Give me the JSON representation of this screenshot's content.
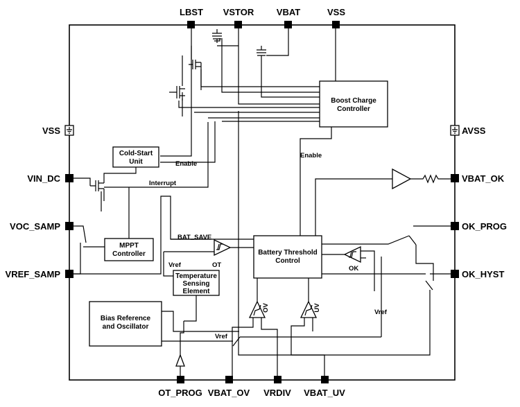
{
  "pins": {
    "top": [
      "LBST",
      "VSTOR",
      "VBAT",
      "VSS"
    ],
    "left": [
      "VSS",
      "VIN_DC",
      "VOC_SAMP",
      "VREF_SAMP"
    ],
    "right": [
      "AVSS",
      "VBAT_OK",
      "OK_PROG",
      "OK_HYST"
    ],
    "bottom": [
      "OT_PROG",
      "VBAT_OV",
      "VRDIV",
      "VBAT_UV"
    ]
  },
  "blocks": {
    "boost_charge_controller": [
      "Boost Charge",
      "Controller"
    ],
    "cold_start_unit": [
      "Cold-Start",
      "Unit"
    ],
    "mppt_controller": [
      "MPPT",
      "Controller"
    ],
    "battery_threshold_control": [
      "Battery Threshold",
      "Control"
    ],
    "temperature_sensing_element": [
      "Temperature",
      "Sensing",
      "Element"
    ],
    "bias_reference_oscillator": [
      "Bias Reference",
      "and Oscillator"
    ]
  },
  "signals": {
    "enable_cold": "Enable",
    "enable_boost": "Enable",
    "interrupt": "Interrupt",
    "bat_save": "BAT_SAVE",
    "vref_ot": "Vref",
    "vref_bottom": "Vref",
    "vref_right": "Vref"
  },
  "comparators": {
    "ot": "OT",
    "ok": "OK",
    "ov": "OV",
    "uv": "UV"
  }
}
